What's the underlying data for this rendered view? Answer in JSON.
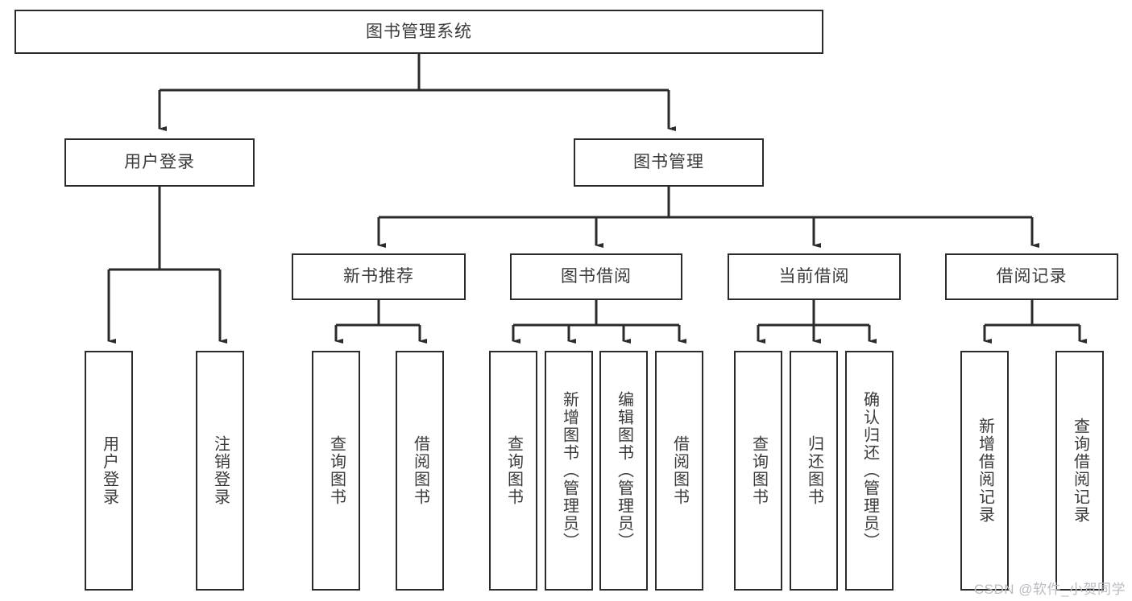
{
  "diagram": {
    "type": "tree",
    "title": "图书管理系统",
    "orientation": "top-down",
    "colors": {
      "box_border": "#2b2b2b",
      "box_fill": "#ffffff",
      "text": "#3a3a3a",
      "connector": "#2b2b2b",
      "watermark": "#b9bcc2"
    },
    "root": {
      "label": "图书管理系统"
    },
    "level1": [
      {
        "label": "用户登录"
      },
      {
        "label": "图书管理"
      }
    ],
    "level2": [
      {
        "label": "新书推荐"
      },
      {
        "label": "图书借阅"
      },
      {
        "label": "当前借阅"
      },
      {
        "label": "借阅记录"
      }
    ],
    "leaves_login": [
      {
        "label": "用户登录"
      },
      {
        "label": "注销登录"
      }
    ],
    "leaves_recommend": [
      {
        "label": "查询图书"
      },
      {
        "label": "借阅图书"
      }
    ],
    "leaves_borrow": [
      {
        "label": "查询图书"
      },
      {
        "label": "新增图书（管理员）"
      },
      {
        "label": "编辑图书（管理员）"
      },
      {
        "label": "借阅图书"
      }
    ],
    "leaves_current": [
      {
        "label": "查询图书"
      },
      {
        "label": "归还图书"
      },
      {
        "label": "确认归还（管理员）"
      }
    ],
    "leaves_records": [
      {
        "label": "新增借阅记录"
      },
      {
        "label": "查询借阅记录"
      }
    ]
  },
  "watermark": {
    "text": "CSDN @软件_小贺同学"
  }
}
